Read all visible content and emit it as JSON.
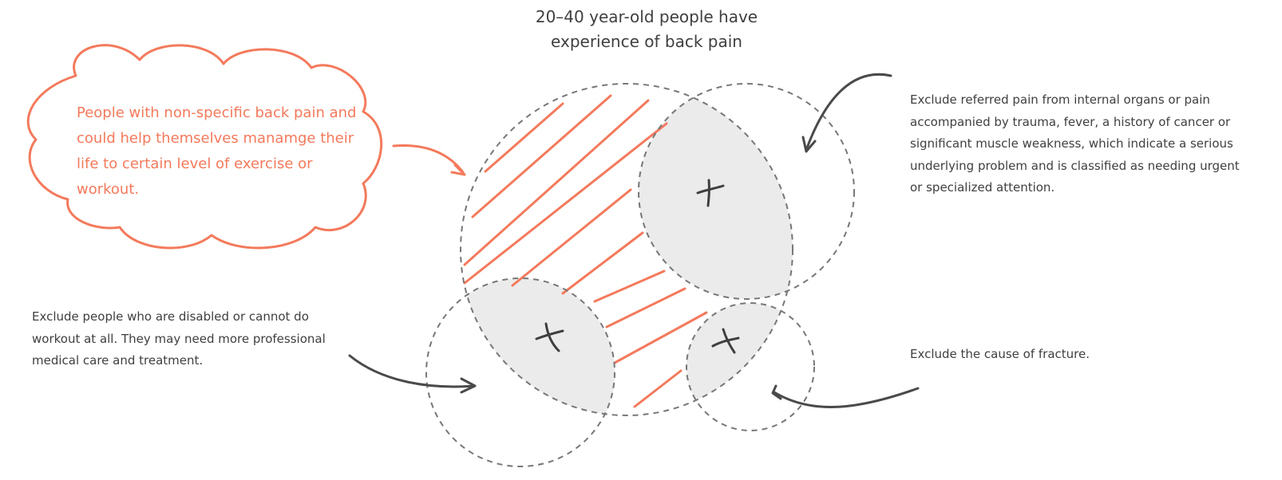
{
  "title_lines": [
    "20–40 year-old people have",
    "experience of back pain"
  ],
  "cloud_lines": [
    "People with non-specific back pain and",
    "could help themselves manamge their",
    "life to certain level of exercise or",
    "workout."
  ],
  "right_top_lines": [
    "Exclude referred pain from internal organs or pain",
    "accompanied by trauma, fever, a history of cancer or",
    "significant muscle weakness, which indicate a serious",
    "underlying problem and is classified as needing urgent",
    "or specialized attention."
  ],
  "left_bottom_lines": [
    "Exclude people who are disabled or cannot do",
    "workout at all. They may need more professional",
    "medical care and treatment."
  ],
  "right_bottom_lines": [
    "Exclude the cause of fracture."
  ],
  "colors": {
    "accent": "#f37a5c",
    "text": "#3f3f3f",
    "circle_stroke": "#777777",
    "excluded_fill": "#ebebeb",
    "arrow": "#4a4a4a"
  }
}
